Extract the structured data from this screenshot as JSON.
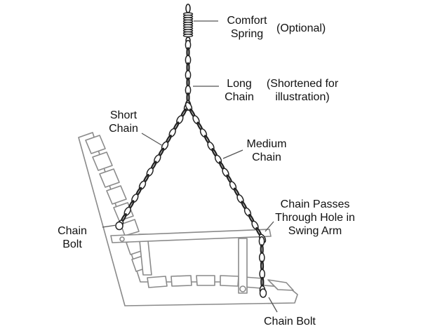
{
  "labels": {
    "comfort_spring": "Comfort\nSpring",
    "optional": "(Optional)",
    "long_chain": "Long\nChain",
    "shortened": "(Shortened for\nillustration)",
    "short_chain": "Short\nChain",
    "medium_chain": "Medium\nChain",
    "chain_passes": "Chain Passes\nThrough Hole in\nSwing Arm",
    "chain_bolt_left": "Chain\nBolt",
    "chain_bolt_bottom": "Chain Bolt"
  }
}
